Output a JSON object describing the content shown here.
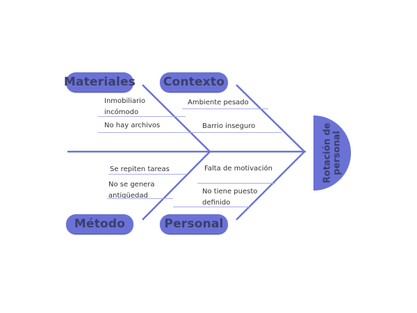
{
  "diagram": {
    "type": "fishbone",
    "effect": "Rotación de personal",
    "colors": {
      "accent": "#6b72d6",
      "text_dark": "#3a3f6b",
      "underline": "#a8acec"
    },
    "categories": [
      {
        "label": "Materiales",
        "causes": [
          "Inmobiliario incómodo",
          "No hay archivos"
        ]
      },
      {
        "label": "Contexto",
        "causes": [
          "Ambiente pesado",
          "Barrio inseguro"
        ]
      },
      {
        "label": "Método",
        "causes": [
          "Se repiten tareas",
          "No se genera antigüedad"
        ]
      },
      {
        "label": "Personal",
        "causes": [
          "Falta de motivación",
          "No tiene puesto definido"
        ]
      }
    ],
    "cause_lines": {
      "materiales_0_a": "Inmobiliario",
      "materiales_0_b": "incómodo",
      "metodo_1_a": "No se genera",
      "metodo_1_b": "antigüedad",
      "personal_1_a": "No tiene puesto",
      "personal_1_b": "definido"
    }
  }
}
